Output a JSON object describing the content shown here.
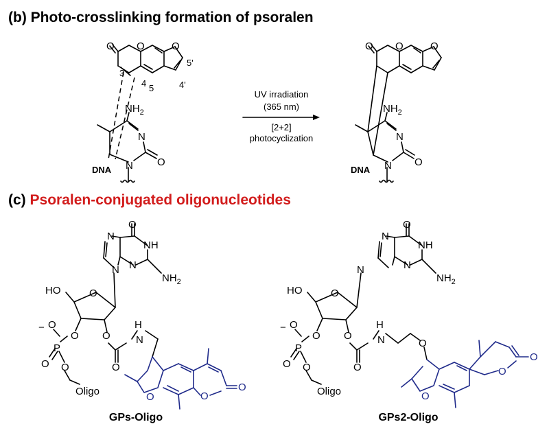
{
  "section_b": {
    "letter": "(b)",
    "title": "Photo-crosslinking formation of psoralen"
  },
  "section_c": {
    "letter": "(c)",
    "title": "Psoralen-conjugated oligonucleotides",
    "title_color": "#d21c1c"
  },
  "reaction": {
    "line1": "UV irradiation",
    "line2": "(365 nm)",
    "line3": "[2+2]",
    "line4": "photocyclization"
  },
  "locants": {
    "c3": "3",
    "c4": "4",
    "c5": "5",
    "c4p": "4'",
    "c5p": "5'"
  },
  "atoms": {
    "O": "O",
    "N": "N",
    "NH": "NH",
    "NH2": "NH",
    "sub2": "2",
    "HO": "HO",
    "H": "H",
    "P": "P",
    "minus": "−",
    "DNA": "DNA",
    "Oligo": "Oligo"
  },
  "captions": {
    "left": "GPs-Oligo",
    "right": "GPs2-Oligo"
  },
  "colors": {
    "psoralen_blue": "#1f2a8a",
    "title_red": "#d21c1c"
  }
}
